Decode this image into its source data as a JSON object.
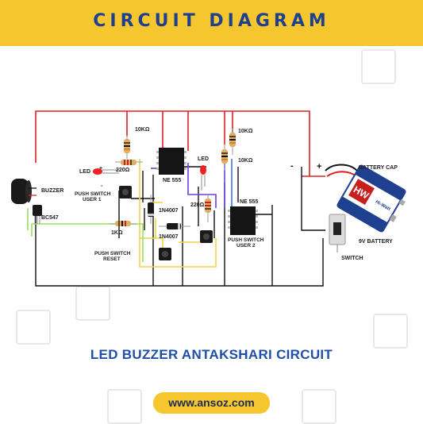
{
  "header": {
    "title": "CIRCUIT DIAGRAM"
  },
  "labels": {
    "buzzer": "BUZZER",
    "bc547": "BC547",
    "led_left": "LED",
    "plus_left": "+",
    "minus_left": "-",
    "r220_left": "220Ω",
    "r10k_top_left": "10KΩ",
    "push_switch_user1_a": "PUSH SWITCH",
    "push_switch_user1_b": "USER 1",
    "ne555_left": "NE 555",
    "r1k": "1KΩ",
    "diode_1": "1N4007",
    "diode_2": "1N4007",
    "push_switch_reset_a": "PUSH SWITCH",
    "push_switch_reset_b": "RESET",
    "led_right": "LED",
    "r220_right": "220Ω",
    "r10k_top_right": "10KΩ",
    "r10k_mid_right": "10KΩ",
    "ne555_right": "NE 555",
    "push_switch_user2_a": "PUSH SWITCH",
    "push_switch_user2_b": "USER 2",
    "minus_batt": "-",
    "plus_batt": "+",
    "battery_cap": "BATTERY CAP",
    "battery_9v": "9V BATTERY",
    "battery_brand": "HW",
    "battery_brand_sub": "Hi-Watt",
    "switch": "SWITCH"
  },
  "caption": "LED BUZZER ANTAKSHARI CIRCUIT",
  "footer": {
    "url": "www.ansoz.com"
  },
  "colors": {
    "header_bg": "#f5c62d",
    "title_blue": "#1f3f8f",
    "wire_red": "#e02020",
    "wire_black": "#111111",
    "wire_yellow": "#f0d24a",
    "wire_green": "#9be05a",
    "wire_purple": "#6a3fe0",
    "wire_blue": "#3a6fe0"
  }
}
